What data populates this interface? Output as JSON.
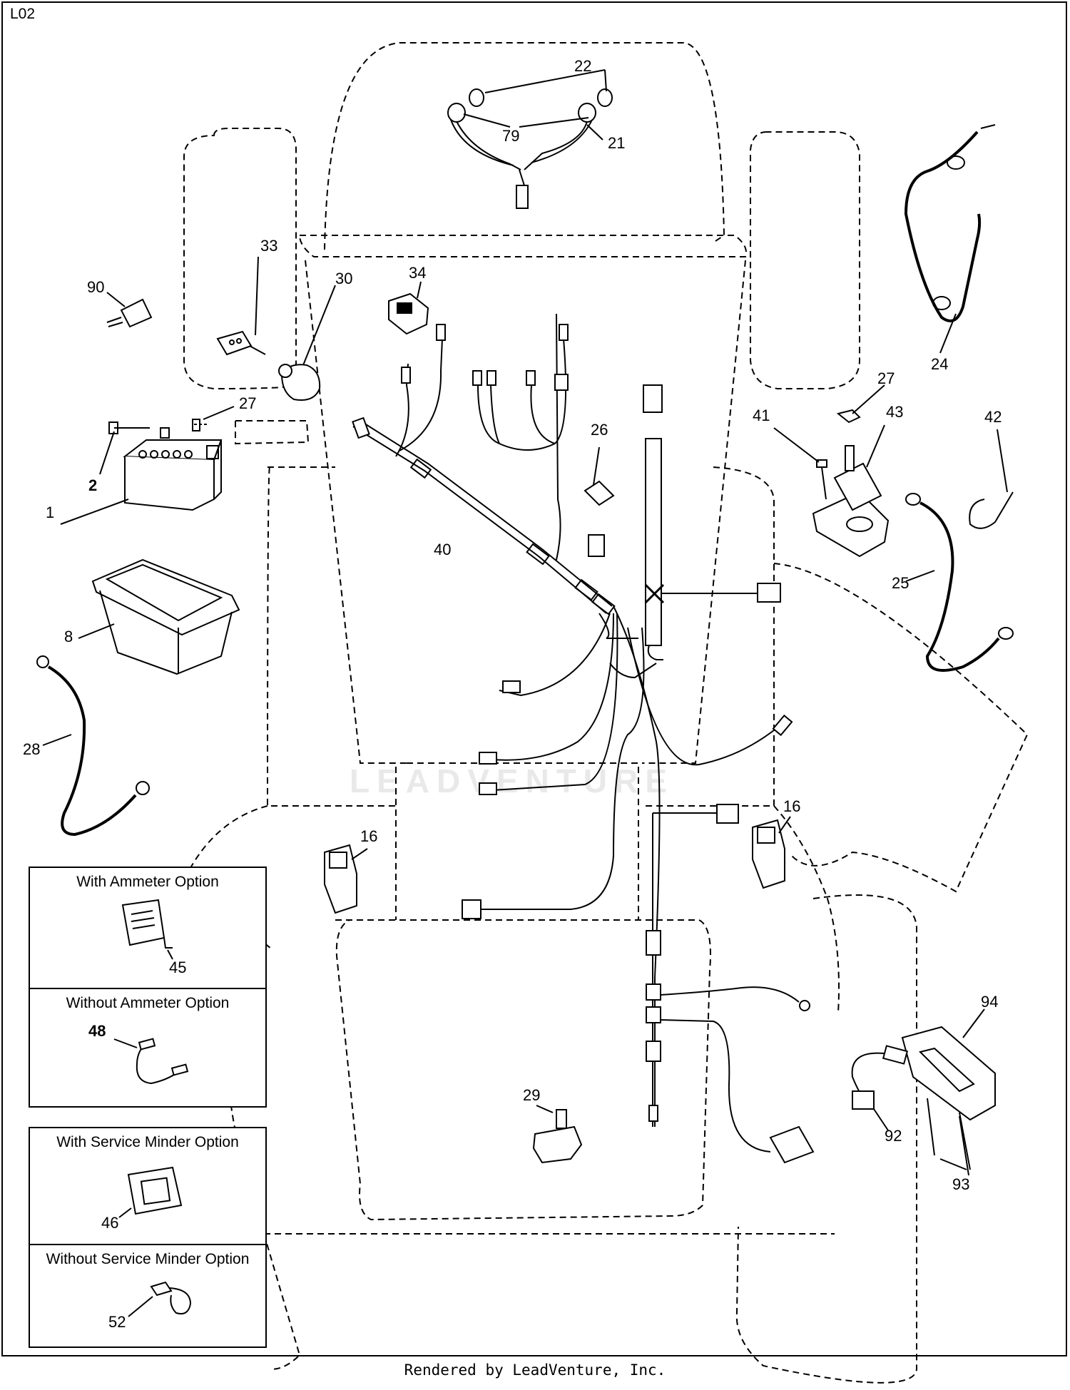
{
  "sheet": {
    "id": "L02"
  },
  "watermark": {
    "text": "LEADVENTURE"
  },
  "footer": {
    "text": "Rendered by LeadVenture, Inc."
  },
  "callouts": {
    "c1": "1",
    "c2": "2",
    "c8": "8",
    "c16a": "16",
    "c16b": "16",
    "c21": "21",
    "c22": "22",
    "c24": "24",
    "c25": "25",
    "c26": "26",
    "c27a": "27",
    "c27b": "27",
    "c28": "28",
    "c29": "29",
    "c30": "30",
    "c33": "33",
    "c34": "34",
    "c40": "40",
    "c41": "41",
    "c42": "42",
    "c43": "43",
    "c45": "45",
    "c46": "46",
    "c48": "48",
    "c52": "52",
    "c79": "79",
    "c90": "90",
    "c92": "92",
    "c93": "93",
    "c94": "94"
  },
  "options": {
    "ammeter_with": "With Ammeter Option",
    "ammeter_without": "Without Ammeter Option",
    "minder_with": "With Service Minder Option",
    "minder_without": "Without Service Minder Option"
  }
}
